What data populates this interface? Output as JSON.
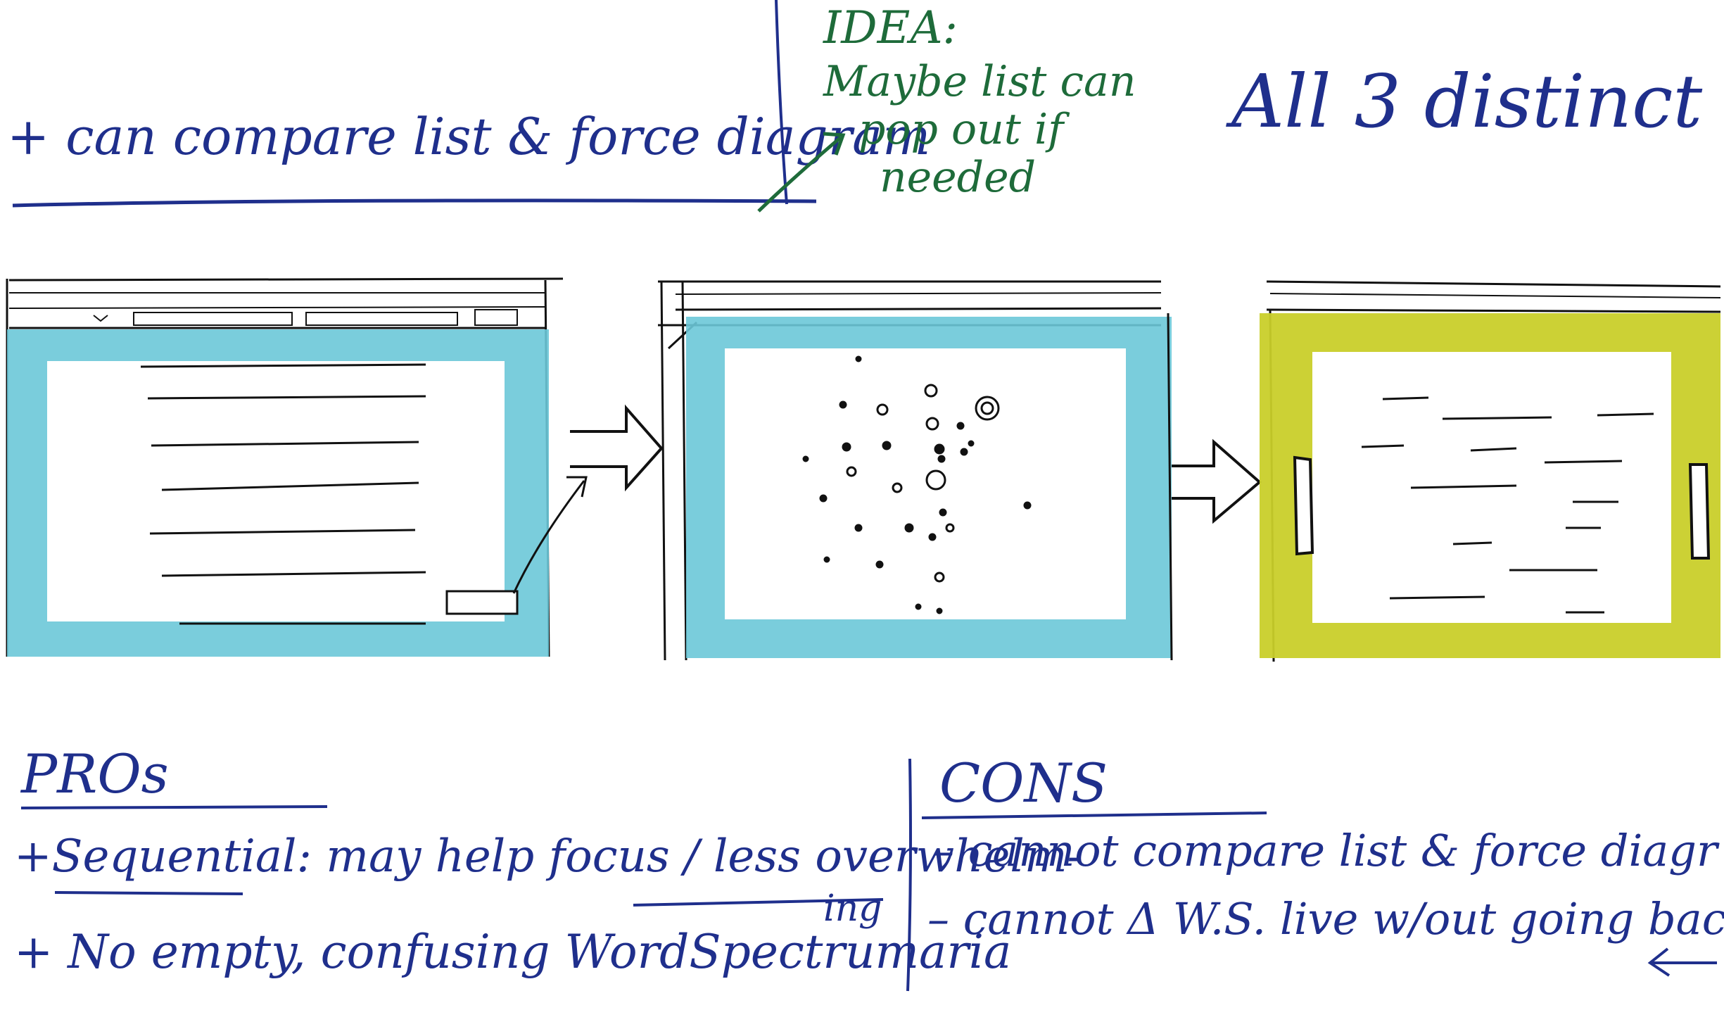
{
  "top_note": "+ can compare list & force diagram",
  "idea_note": {
    "title": "IDEA:",
    "lines": [
      "Maybe list can",
      "pop out if",
      "needed"
    ]
  },
  "all_distinct_note": "All 3 distinct",
  "pros": {
    "header": "PROs",
    "item1_prefix": "+Sequential: may help focus /",
    "item1_emph": "less overwhelm-",
    "item1_cont": "ing",
    "item2": "+ No empty, confusing WordSpectrumaria"
  },
  "cons": {
    "header": "CONS",
    "item1": "– cannot compare list & force diagr",
    "item2": "– cannot Δ W.S. live w/out going bac"
  },
  "colors": {
    "ink_blue": "#1f2f8c",
    "ink_green": "#1e6b3a",
    "frame_teal": "#6cc8d8",
    "frame_yellow": "#c9cf2a",
    "sketch_black": "#111111"
  }
}
